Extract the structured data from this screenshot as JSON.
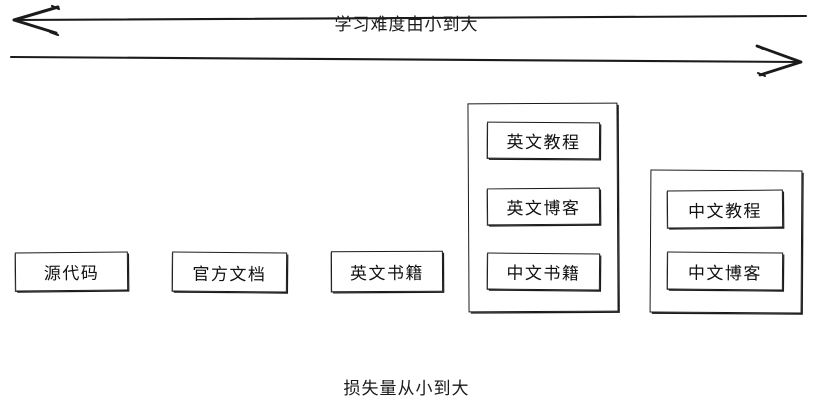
{
  "diagram": {
    "top_axis": {
      "label": "学习难度由小到大",
      "direction": "left",
      "icon": "arrow-left-icon"
    },
    "bottom_axis": {
      "label": "损失量从小到大",
      "direction": "right",
      "icon": "arrow-right-icon"
    },
    "items": [
      {
        "id": "source-code",
        "label": "源代码"
      },
      {
        "id": "official-docs",
        "label": "官方文档"
      },
      {
        "id": "english-books",
        "label": "英文书籍"
      }
    ],
    "groups": [
      {
        "id": "group-english-media",
        "items": [
          {
            "id": "english-tutorial",
            "label": "英文教程"
          },
          {
            "id": "english-blog",
            "label": "英文博客"
          },
          {
            "id": "chinese-books",
            "label": "中文书籍"
          }
        ]
      },
      {
        "id": "group-chinese-media",
        "items": [
          {
            "id": "chinese-tutorial",
            "label": "中文教程"
          },
          {
            "id": "chinese-blog",
            "label": "中文博客"
          }
        ]
      }
    ],
    "colors": {
      "stroke": "#1b1b1b",
      "text": "#111111",
      "background": "#ffffff"
    }
  }
}
